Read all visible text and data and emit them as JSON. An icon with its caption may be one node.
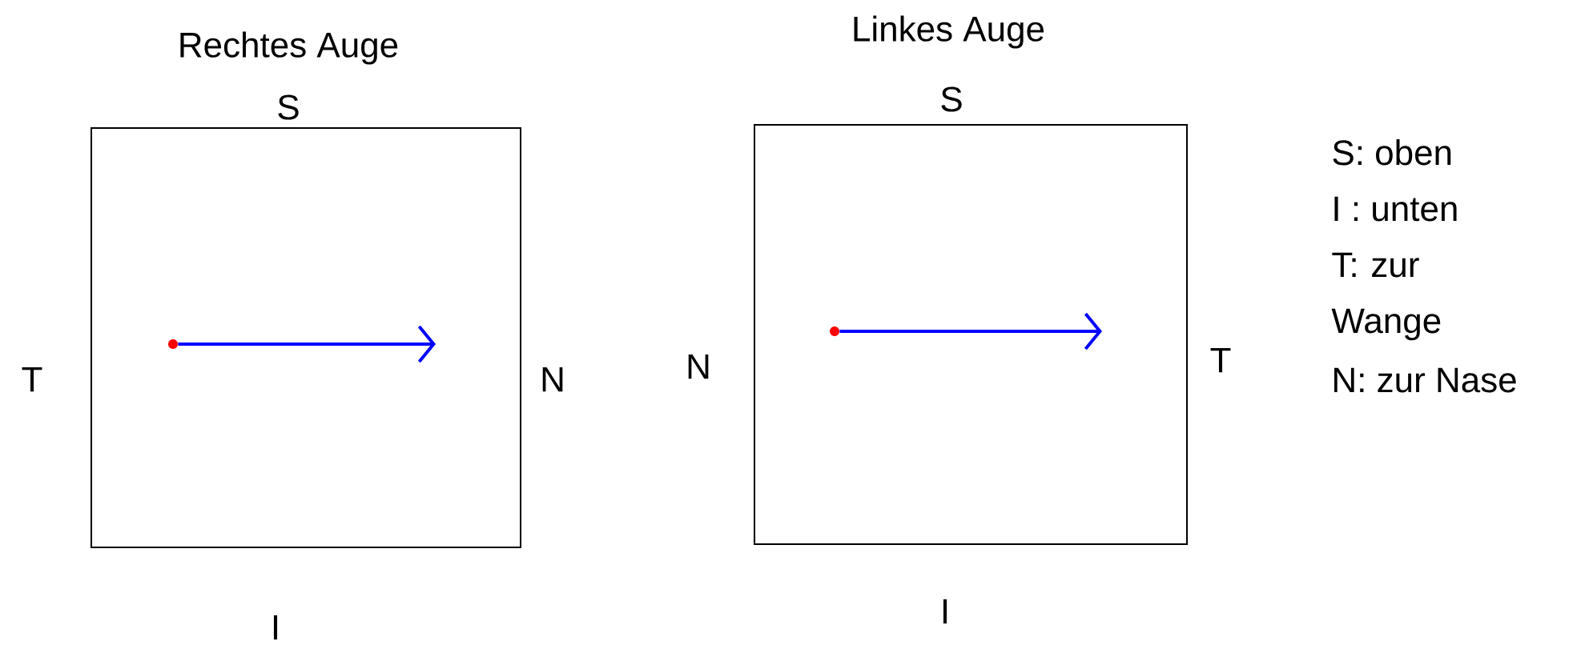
{
  "diagram": {
    "nodes": [
      {
        "text": [
          "Rechtes Auge"
        ]
      },
      {
        "text": [],
        "shape": "circle",
        "in": 0
      },
      {
        "text": [
          "Linkes Auge"
        ]
      },
      {
        "text": [],
        "shape": "circle",
        "in": 2
      }
    ],
    "edges": [
      {
        "from": 1,
        "to": null,
        "arrow": "to"
      },
      {
        "from": 3,
        "to": null,
        "arrow": "to"
      }
    ],
    "labels": [
      "S",
      "T",
      "N",
      "I",
      "S",
      "N",
      "T",
      "I",
      "S: oben",
      "I : unten",
      "T: zur Wange",
      "N: zur Nase"
    ]
  }
}
